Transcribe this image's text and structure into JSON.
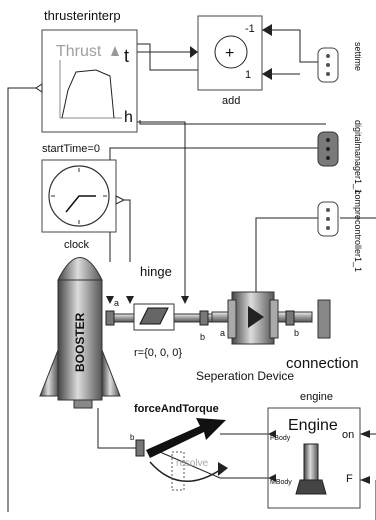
{
  "blocks": {
    "thrusterinterp": {
      "name": "thrusterinterp",
      "chart_title": "Thrust",
      "port_top": "t",
      "port_bottom": "h"
    },
    "add": {
      "name": "add",
      "input_top": "-1",
      "input_bottom": "1",
      "symbol": "+"
    },
    "settime": {
      "name": "settime"
    },
    "digitalmanager": {
      "name": "digitalmanager1_1"
    },
    "clock": {
      "name": "clock",
      "param": "startTime=0"
    },
    "comprecontroller": {
      "name": "comprecontroller1_1"
    },
    "hinge": {
      "name": "hinge",
      "port_a": "a",
      "port_b": "b",
      "param": "r={0, 0, 0}"
    },
    "booster": {
      "name": "BOOSTER"
    },
    "separation": {
      "name": "Seperation Device",
      "port_a": "a",
      "port_b": "b"
    },
    "connection": {
      "name": "connection"
    },
    "forceAndTorque": {
      "name": "forceAndTorque",
      "port_b": "b",
      "resolve": "resolve"
    },
    "engine": {
      "name": "engine",
      "title": "Engine",
      "port_fbody": "FBody",
      "port_mbody": "MBody",
      "port_on": "on",
      "port_f": "F"
    }
  },
  "colors": {
    "line": "#222222",
    "block_border": "#444444",
    "connector_fill": "#9a9a9a"
  }
}
